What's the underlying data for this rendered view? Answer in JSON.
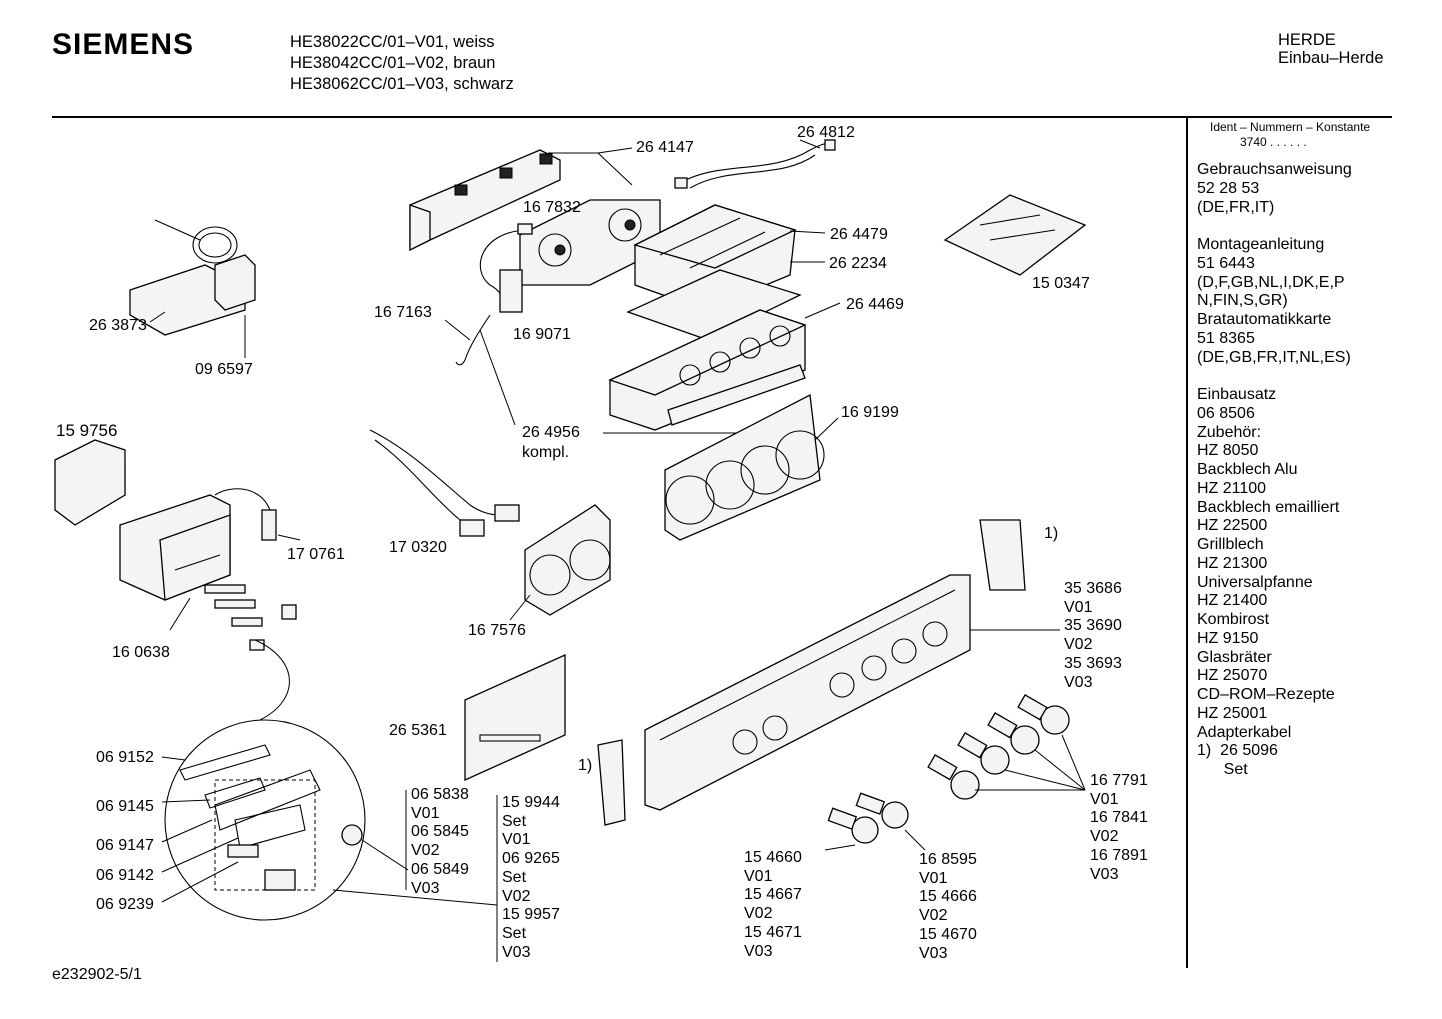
{
  "header": {
    "brand": "SIEMENS",
    "models": [
      "HE38022CC/01–V01, weiss",
      "HE38042CC/01–V02, braun",
      "HE38062CC/01–V03, schwarz"
    ],
    "category": "HERDE",
    "subcategory": "Einbau–Herde"
  },
  "sidebar": {
    "ident_title": "Ident – Nummern – Konstante",
    "ident_value": "3740 .  .  .  .  .  .",
    "lines": [
      "Gebrauchsanweisung",
      "52 28 53",
      "(DE,FR,IT)",
      "",
      "Montageanleitung",
      "51 6443",
      "(D,F,GB,NL,I,DK,E,P",
      "N,FIN,S,GR)",
      "Bratautomatikkarte",
      "51 8365",
      "(DE,GB,FR,IT,NL,ES)",
      "",
      "Einbausatz",
      "06 8506",
      "Zubehör:",
      "HZ 8050",
      "Backblech Alu",
      "HZ 21100",
      "Backblech emailliert",
      "HZ 22500",
      "Grillblech",
      "HZ 21300",
      "Universalpfanne",
      "HZ 21400",
      "Kombirost",
      "HZ 9150",
      "Glasbräter",
      "HZ 25070",
      "CD–ROM–Rezepte",
      "HZ 25001",
      "Adapterkabel",
      "1)  26 5096",
      "      Set"
    ]
  },
  "parts": {
    "p264812": "26 4812",
    "p264147": "26 4147",
    "p167832": "16 7832",
    "p264479": "26 4479",
    "p262234": "26 2234",
    "p264469": "26 4469",
    "p150347": "15 0347",
    "p263873": "26 3873",
    "p096597": "09 6597",
    "p167163": "16 7163",
    "p169071": "16 9071",
    "p264956": "26 4956",
    "p264956b": "kompl.",
    "p169199": "16 9199",
    "p159756": "15 9756",
    "p170761": "17 0761",
    "p170320": "17 0320",
    "p160638": "16 0638",
    "p167576": "16 7576",
    "note1a": "1)",
    "note1b": "1)",
    "p265361": "26 5361",
    "p069152": "06 9152",
    "p069145": "06 9145",
    "p069147": "06 9147",
    "p069142": "06 9142",
    "p069239": "06 9239"
  },
  "stacks": {
    "panel": [
      "35 3686",
      "V01",
      "35 3690",
      "V02",
      "35 3693",
      "V03"
    ],
    "knobs_right": [
      "16 7791",
      "V01",
      "16 7841",
      "V02",
      "16 7891",
      "V03"
    ],
    "knobs_left": [
      "15 4660",
      "V01",
      "15 4667",
      "V02",
      "15 4671",
      "V03"
    ],
    "knobs_mid": [
      "16 8595",
      "V01",
      "15 4666",
      "V02",
      "15 4670",
      "V03"
    ],
    "switch_set": [
      "06 5838",
      "V01",
      "06 5845",
      "V02",
      "06 5849",
      "V03"
    ],
    "set_parts": [
      "15 9944",
      "Set",
      "V01",
      "06 9265",
      "Set",
      "V02",
      "15 9957",
      "Set",
      "V03"
    ]
  },
  "footer": {
    "doc_id": "e232902-5/1"
  }
}
